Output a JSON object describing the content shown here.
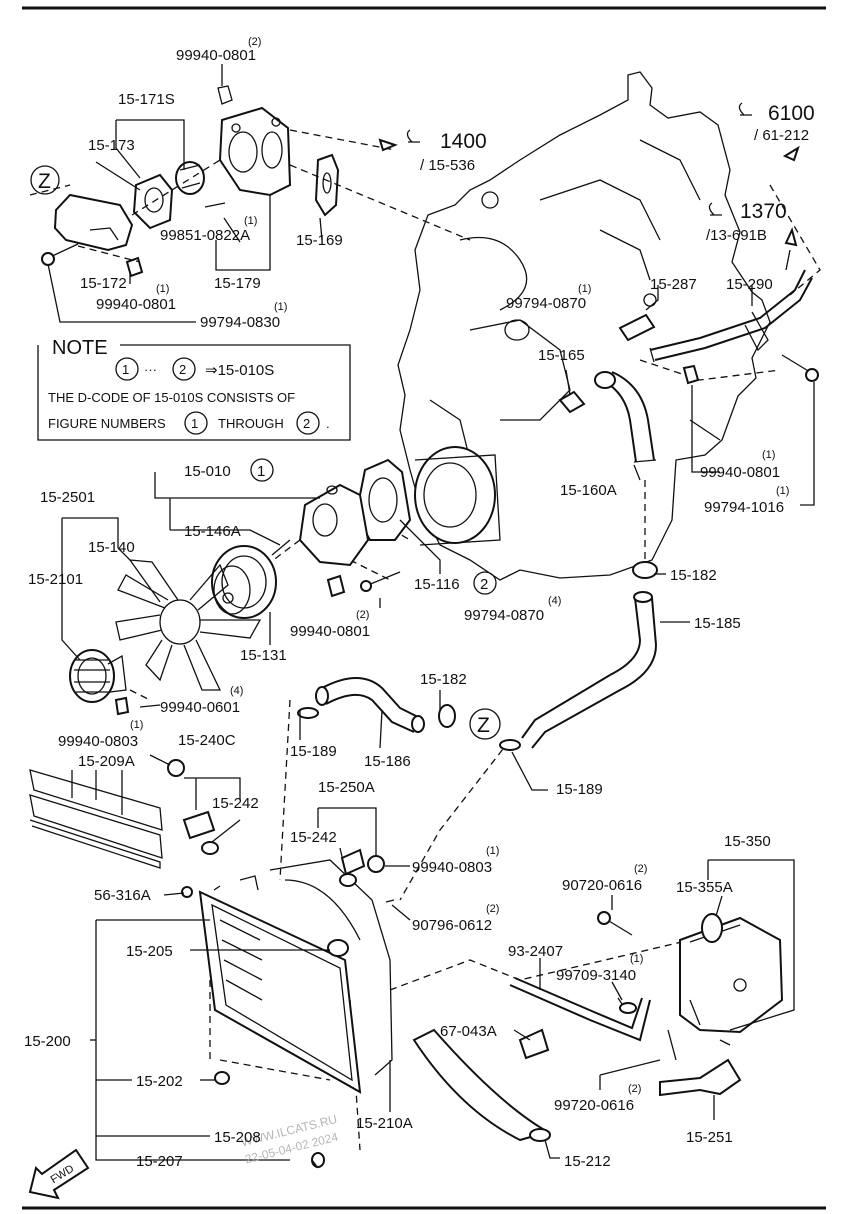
{
  "labels": {
    "b1_note": "(2)",
    "b1": "99940-0801",
    "p171s": "15-171S",
    "p173": "15-173",
    "ref1400": "1400",
    "ref15536": "/ 15-536",
    "zone_z": "Z",
    "p169": "15-169",
    "b2": "99851-0822A",
    "b2_note": "(1)",
    "p172": "15-172",
    "p179": "15-179",
    "b3": "99940-0801",
    "b3_note": "(1)",
    "b4": "99794-0830",
    "b4_note": "(1)",
    "ref6100": "6100",
    "ref61212": "/ 61-212",
    "ref1370": "1370",
    "ref13691b": "/13-691B",
    "b5": "99794-0870",
    "b5_note": "(1)",
    "p287": "15-287",
    "p290": "15-290",
    "p165": "15-165",
    "p160a": "15-160A",
    "b6": "99940-0801",
    "b6_note": "(1)",
    "b7": "99794-1016",
    "b7_note": "(1)",
    "p010": "15-010",
    "p010_circle": "1",
    "p2501": "15-2501",
    "p146a": "15-146A",
    "p140": "15-140",
    "p2101": "15-2101",
    "p116": "15-116",
    "p116_circle": "2",
    "p182a": "15-182",
    "p185": "15-185",
    "b8": "99940-0801",
    "b8_note": "(2)",
    "b9": "99794-0870",
    "b9_note": "(4)",
    "p131": "15-131",
    "b10": "99940-0601",
    "b10_note": "(4)",
    "p182b": "15-182",
    "zone_z2": "Z",
    "p189a": "15-189",
    "p186": "15-186",
    "p189b": "15-189",
    "b11": "99940-0803",
    "b11_note": "(1)",
    "p240c": "15-240C",
    "p209a": "15-209A",
    "p242a": "15-242",
    "p250a": "15-250A",
    "p242b": "15-242",
    "b12": "99940-0803",
    "b12_note": "(1)",
    "p350": "15-350",
    "b13": "90720-0616",
    "b13_note": "(2)",
    "p355a": "15-355A",
    "p316a": "56-316A",
    "b14": "90796-0612",
    "b14_note": "(2)",
    "p205": "15-205",
    "p2407": "93-2407",
    "b15": "99709-3140",
    "b15_note": "(1)",
    "p200": "15-200",
    "p043a": "67-043A",
    "p202": "15-202",
    "b16": "99720-0616",
    "b16_note": "(2)",
    "p208": "15-208",
    "p210a": "15-210A",
    "p251": "15-251",
    "p207": "15-207",
    "p212": "15-212",
    "fwd": "FWD"
  },
  "note": {
    "title": "NOTE",
    "circle_from": "1",
    "dots": "···",
    "circle_to": "2",
    "arrow_target": "⇒15-010S",
    "line2": "THE D-CODE OF  15-010S  CONSISTS OF",
    "line3_a": "FIGURE NUMBERS",
    "line3_circle1": "1",
    "line3_b": "THROUGH",
    "line3_circle2": "2",
    "line3_end": "."
  },
  "watermark": {
    "line1": "WWW.ILCATS.RU",
    "line2": "22-05-04-02 2024"
  }
}
